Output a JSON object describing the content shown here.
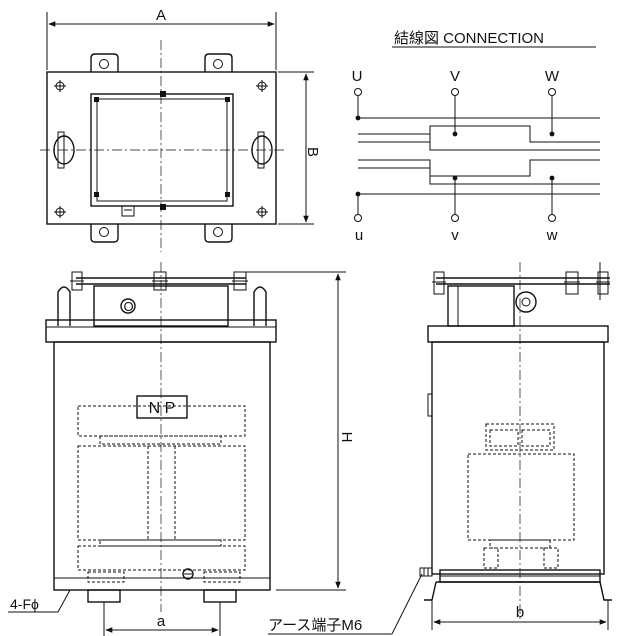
{
  "connection": {
    "title": "結線図 CONNECTION",
    "primary_terminals": [
      "U",
      "V",
      "W"
    ],
    "secondary_terminals": [
      "u",
      "v",
      "w"
    ]
  },
  "dimensions": {
    "A": "A",
    "B": "B",
    "H": "H",
    "a": "a",
    "b": "b"
  },
  "labels": {
    "nameplate": "N P",
    "mounting_holes": "4-Fϕ",
    "earth_terminal": "アース端子M6",
    "lifting_eye_mark": "O"
  }
}
